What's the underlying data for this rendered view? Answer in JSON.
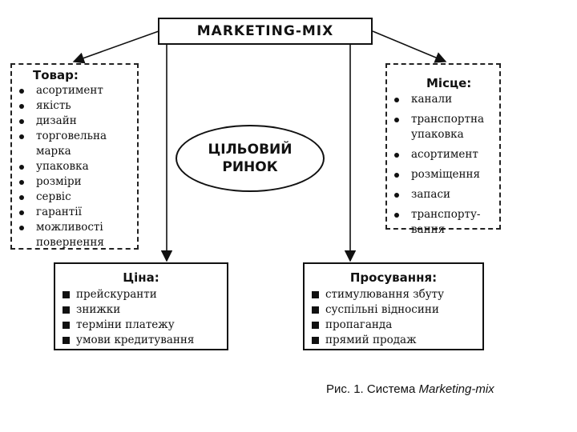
{
  "title": "MARKETING-MIX",
  "center": {
    "line1": "ЦІЛЬОВИЙ",
    "line2": "РИНОК"
  },
  "tovar": {
    "title": "Товар:",
    "items": [
      {
        "text": "асортимент",
        "bullet": true
      },
      {
        "text": "якість",
        "bullet": true
      },
      {
        "text": "дизайн",
        "bullet": true
      },
      {
        "text": "торговельна",
        "bullet": true
      },
      {
        "text": "марка",
        "bullet": false
      },
      {
        "text": "упаковка",
        "bullet": true
      },
      {
        "text": "розміри",
        "bullet": true
      },
      {
        "text": "сервіс",
        "bullet": true
      },
      {
        "text": "гарантії",
        "bullet": true
      },
      {
        "text": "можливості",
        "bullet": true
      },
      {
        "text": "повернення",
        "bullet": false
      }
    ]
  },
  "mistse": {
    "title": "Місце:",
    "items": [
      {
        "text": "канали",
        "bullet": true
      },
      {
        "text": "транспортна",
        "bullet": true
      },
      {
        "text": "упаковка",
        "bullet": false
      },
      {
        "text": "асортимент",
        "bullet": true
      },
      {
        "text": "розміщення",
        "bullet": true
      },
      {
        "text": "запаси",
        "bullet": true
      },
      {
        "text": "транспорту-",
        "bullet": true
      },
      {
        "text": "вання",
        "bullet": false
      }
    ]
  },
  "tsina": {
    "title": "Ціна:",
    "items": [
      "прейскуранти",
      "знижки",
      "терміни платежу",
      "умови кредитування"
    ]
  },
  "prosuvannia": {
    "title": "Просування:",
    "items": [
      "стимулювання збуту",
      "суспільні відносини",
      "пропаганда",
      "прямий продаж"
    ]
  },
  "caption": {
    "prefix": "Рис. 1. Система ",
    "italic": "Marketing-mix"
  }
}
